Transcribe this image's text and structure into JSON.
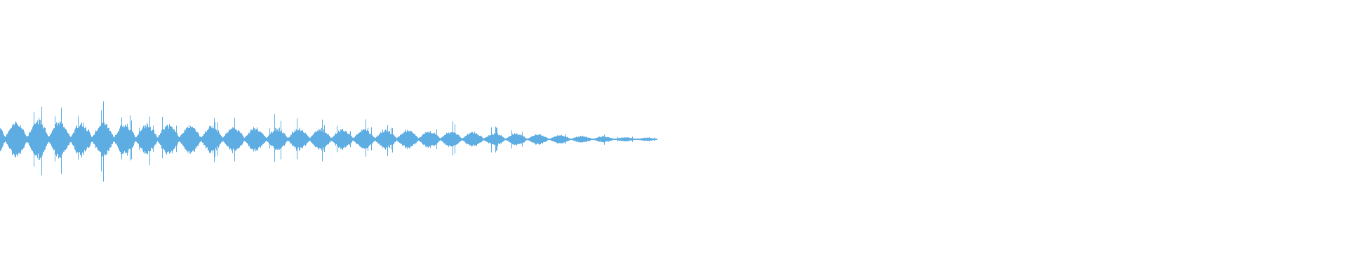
{
  "waveform": {
    "color": "#5dade2",
    "background": "#ffffff",
    "burst_levels": [
      0.42,
      0.46,
      0.44,
      0.4,
      0.4,
      0.38,
      0.36,
      0.36,
      0.34,
      0.33,
      0.3,
      0.28,
      0.26,
      0.26,
      0.25,
      0.24,
      0.23,
      0.23,
      0.22,
      0.2,
      0.18,
      0.17,
      0.15,
      0.14,
      0.12,
      0.1,
      0.08,
      0.07,
      0.05,
      0.04
    ]
  }
}
